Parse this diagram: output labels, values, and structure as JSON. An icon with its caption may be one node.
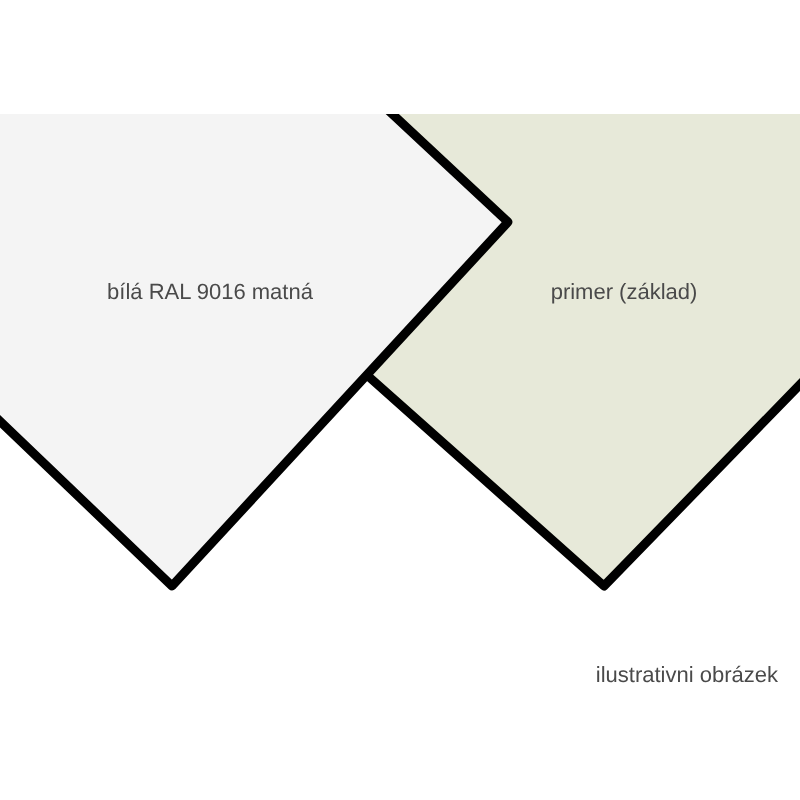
{
  "diagram": {
    "nodes": [
      {
        "text": [
          "bílá RAL 9016 matná"
        ]
      },
      {
        "text": [
          "primer (základ)"
        ]
      }
    ],
    "labels": [
      "ilustrativni obrázek"
    ]
  }
}
